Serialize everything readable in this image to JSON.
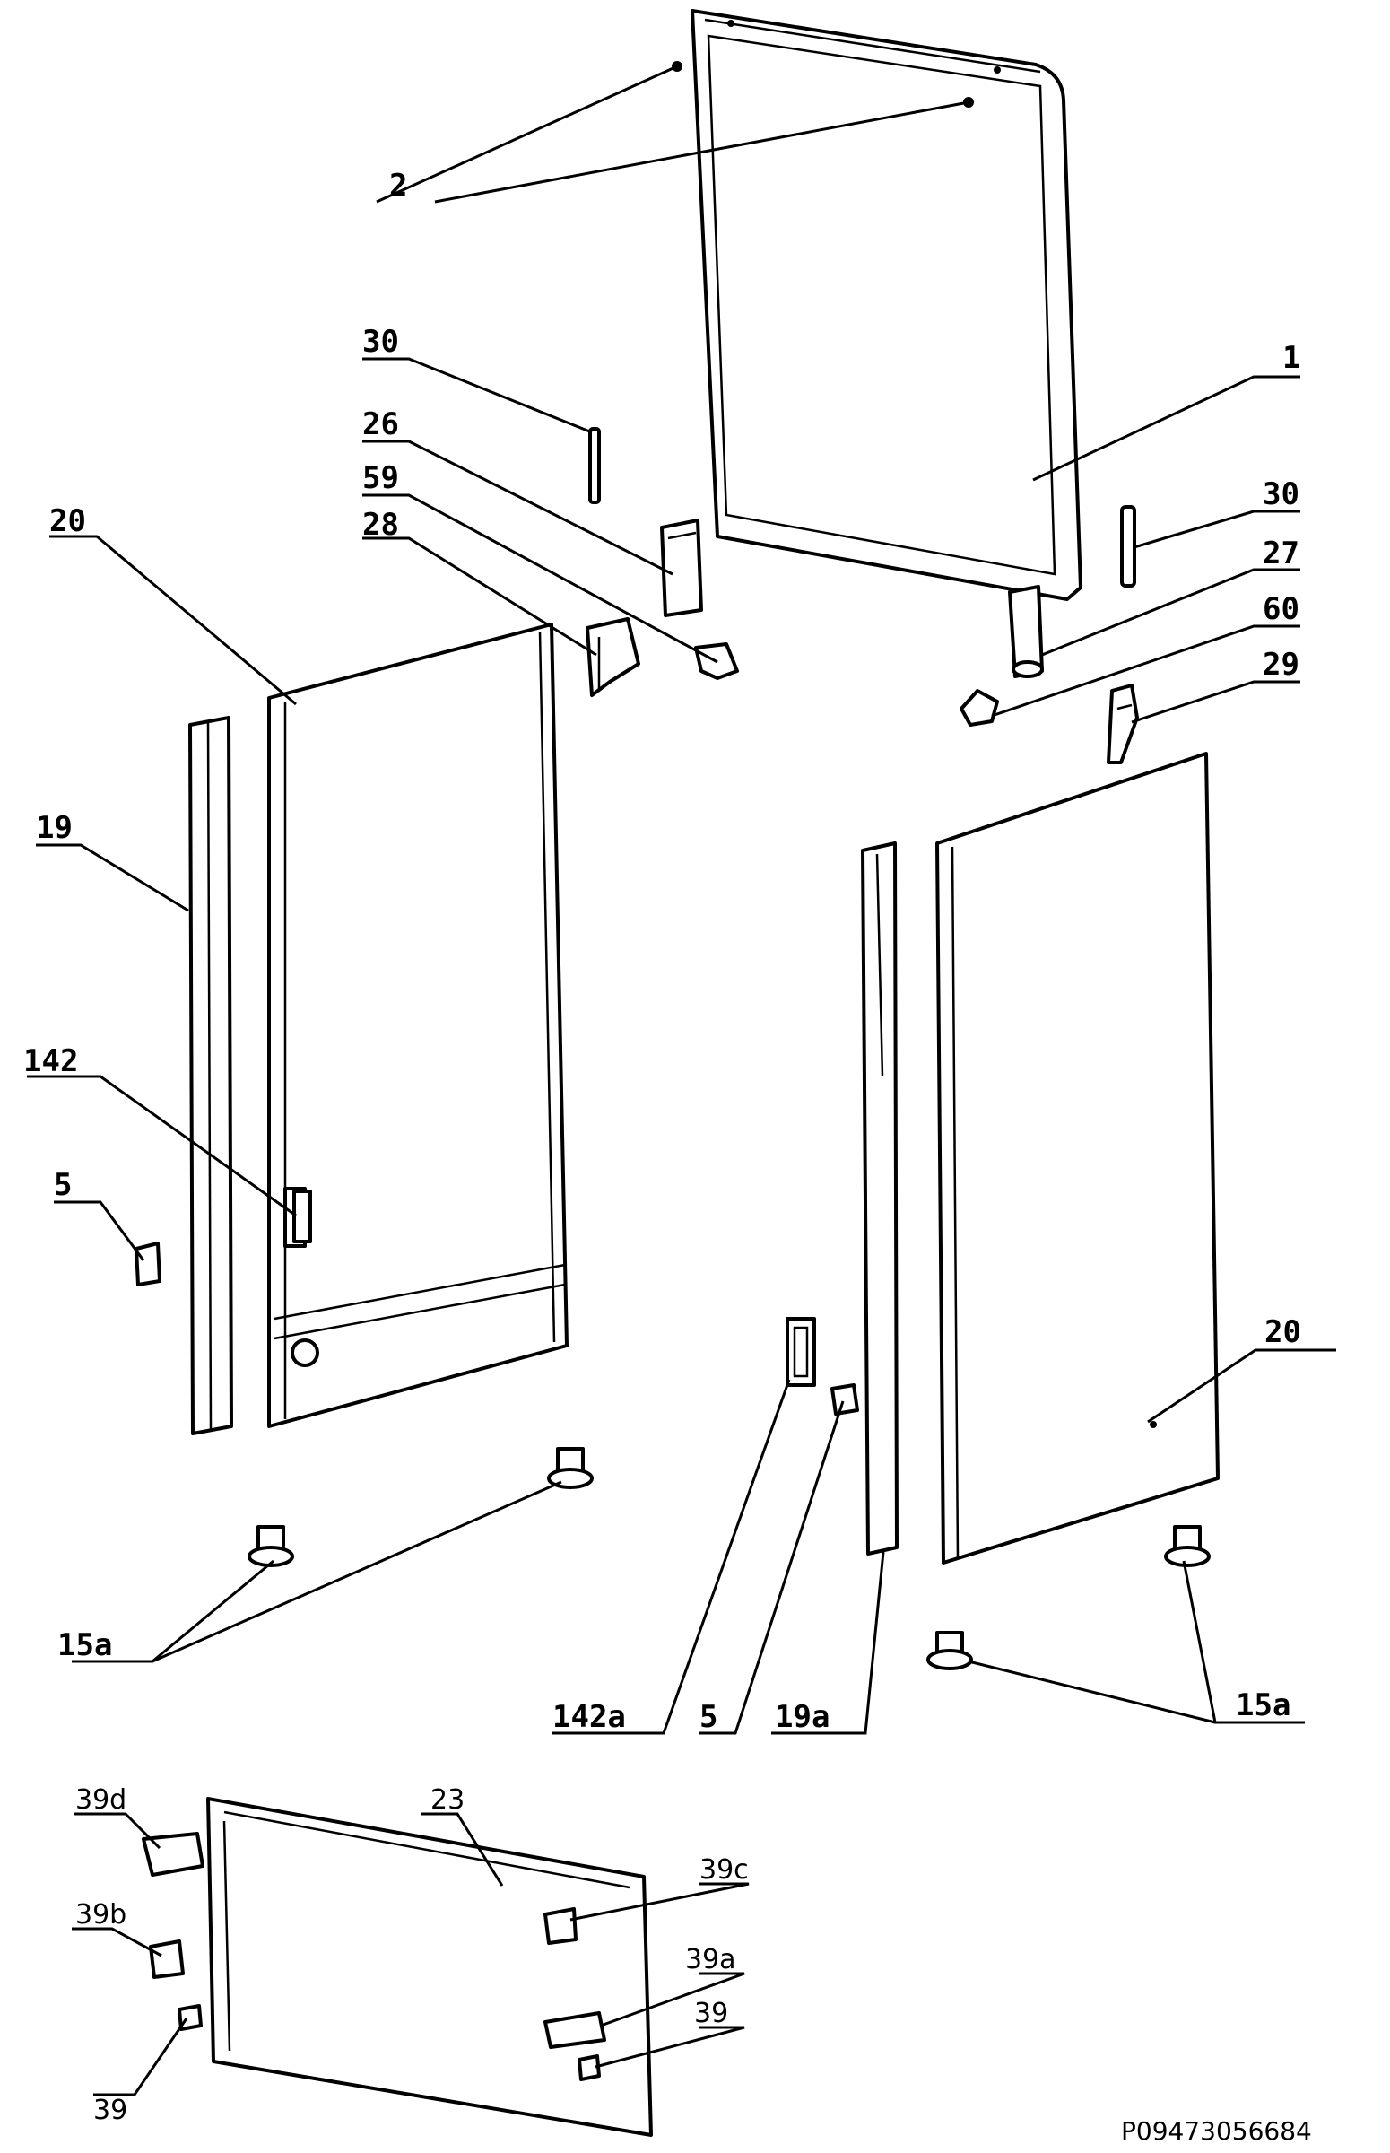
{
  "diagram": {
    "document_code": "P09473056684",
    "callouts": [
      {
        "id": "c-2",
        "text": "2"
      },
      {
        "id": "c-30a",
        "text": "30"
      },
      {
        "id": "c-26",
        "text": "26"
      },
      {
        "id": "c-59",
        "text": "59"
      },
      {
        "id": "c-28",
        "text": "28"
      },
      {
        "id": "c-20a",
        "text": "20"
      },
      {
        "id": "c-1",
        "text": "1"
      },
      {
        "id": "c-30b",
        "text": "30"
      },
      {
        "id": "c-27",
        "text": "27"
      },
      {
        "id": "c-60",
        "text": "60"
      },
      {
        "id": "c-29",
        "text": "29"
      },
      {
        "id": "c-19",
        "text": "19"
      },
      {
        "id": "c-142",
        "text": "142"
      },
      {
        "id": "c-5a",
        "text": "5"
      },
      {
        "id": "c-20b",
        "text": "20"
      },
      {
        "id": "c-15a-left",
        "text": "15a"
      },
      {
        "id": "c-142a",
        "text": "142a"
      },
      {
        "id": "c-5b",
        "text": "5"
      },
      {
        "id": "c-19a",
        "text": "19a"
      },
      {
        "id": "c-15a-right",
        "text": "15a"
      },
      {
        "id": "c-39d",
        "text": "39d"
      },
      {
        "id": "c-23",
        "text": "23"
      },
      {
        "id": "c-39c",
        "text": "39c"
      },
      {
        "id": "c-39b",
        "text": "39b"
      },
      {
        "id": "c-39a",
        "text": "39a"
      },
      {
        "id": "c-39-right",
        "text": "39"
      },
      {
        "id": "c-39-left",
        "text": "39"
      }
    ]
  }
}
